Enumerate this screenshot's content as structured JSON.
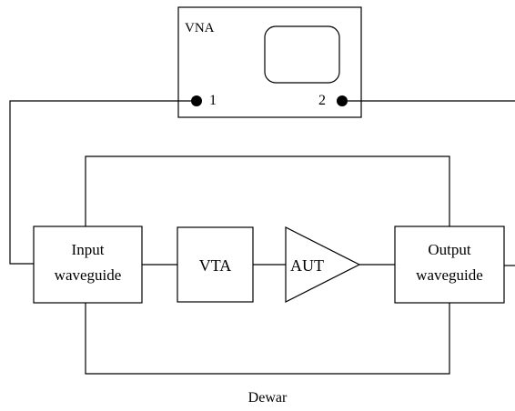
{
  "instrument": {
    "label": "VNA",
    "port1": "1",
    "port2": "2"
  },
  "blocks": {
    "input_waveguide": [
      "Input",
      "waveguide"
    ],
    "vta": "VTA",
    "aut": "AUT",
    "output_waveguide": [
      "Output",
      "waveguide"
    ]
  },
  "dewar_label": "Dewar"
}
